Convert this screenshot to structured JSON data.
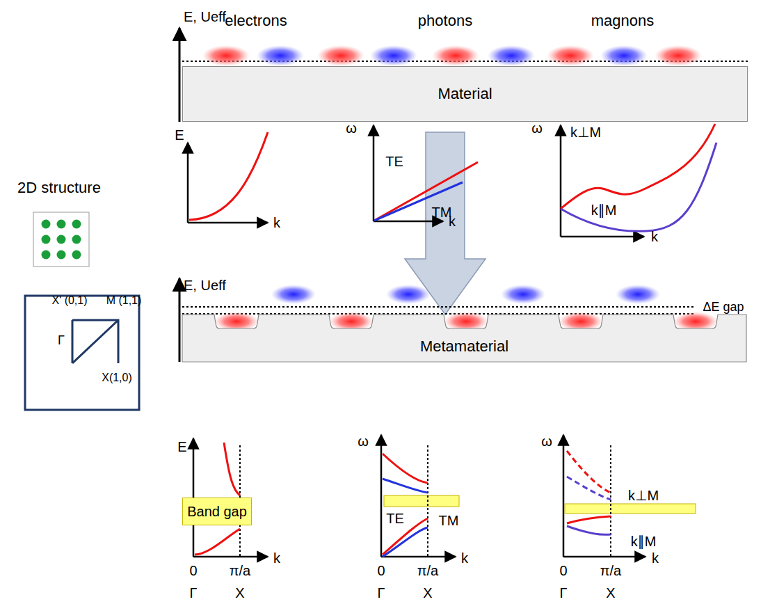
{
  "diagram": {
    "nodes": [
      {
        "text": [
          "Material"
        ]
      },
      {
        "text": [
          "Metamaterial"
        ]
      },
      {
        "text": [
          "Band gap"
        ]
      }
    ],
    "labels": [
      "E, Ueff",
      "electrons",
      "photons",
      "magnons",
      "E",
      "k",
      "ω",
      "TE",
      "TM",
      "k",
      "ω",
      "k⊥M",
      "k∥M",
      "k",
      "2D structure",
      "X' (0,1)",
      "M (1,1)",
      "Γ",
      "X(1,0)",
      "E, Ueff",
      "ΔE gap",
      "E",
      "0",
      "π/a",
      "k",
      "Γ",
      "X",
      "ω",
      "TE",
      "TM",
      "0",
      "π/a",
      "k",
      "Γ",
      "X",
      "ω",
      "k⊥M",
      "k∥M",
      "0",
      "π/a",
      "k",
      "Γ",
      "X"
    ]
  }
}
